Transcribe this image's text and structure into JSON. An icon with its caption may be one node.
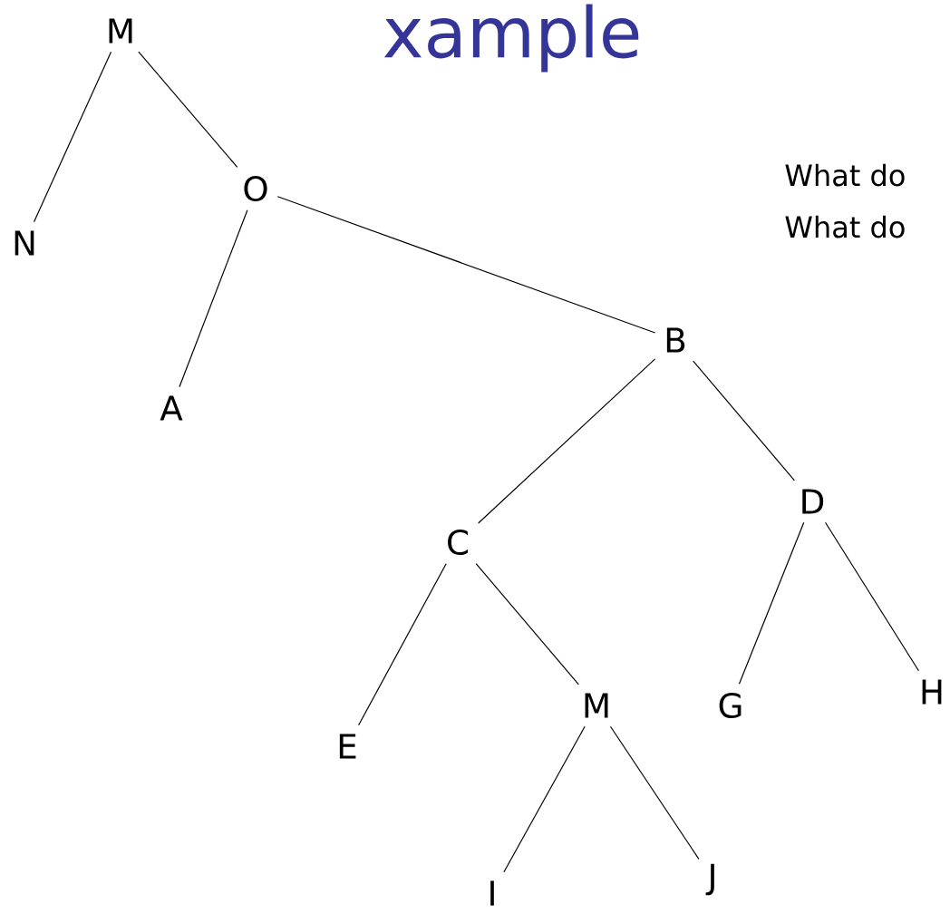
{
  "diagram": {
    "title": "xample",
    "nodes": [
      {
        "text": [
          "M"
        ]
      },
      {
        "text": [
          "N"
        ]
      },
      {
        "text": [
          "O"
        ]
      },
      {
        "text": [
          "A"
        ]
      },
      {
        "text": [
          "B"
        ]
      },
      {
        "text": [
          "C"
        ]
      },
      {
        "text": [
          "D"
        ]
      },
      {
        "text": [
          "E"
        ]
      },
      {
        "text": [
          "M"
        ]
      },
      {
        "text": [
          "G"
        ]
      },
      {
        "text": [
          "H"
        ]
      },
      {
        "text": [
          "I"
        ]
      },
      {
        "text": [
          "J"
        ]
      }
    ],
    "edges": [
      {
        "from": 0,
        "to": 1,
        "arrow": "none"
      },
      {
        "from": 0,
        "to": 2,
        "arrow": "none"
      },
      {
        "from": 2,
        "to": 3,
        "arrow": "none"
      },
      {
        "from": 2,
        "to": 4,
        "arrow": "none"
      },
      {
        "from": 4,
        "to": 5,
        "arrow": "none"
      },
      {
        "from": 4,
        "to": 6,
        "arrow": "none"
      },
      {
        "from": 5,
        "to": 7,
        "arrow": "none"
      },
      {
        "from": 5,
        "to": 8,
        "arrow": "none"
      },
      {
        "from": 6,
        "to": 9,
        "arrow": "none"
      },
      {
        "from": 6,
        "to": 10,
        "arrow": "none"
      },
      {
        "from": 8,
        "to": 11,
        "arrow": "none"
      },
      {
        "from": 8,
        "to": 12,
        "arrow": "none"
      }
    ],
    "labels": [
      "What do",
      "What do"
    ]
  }
}
